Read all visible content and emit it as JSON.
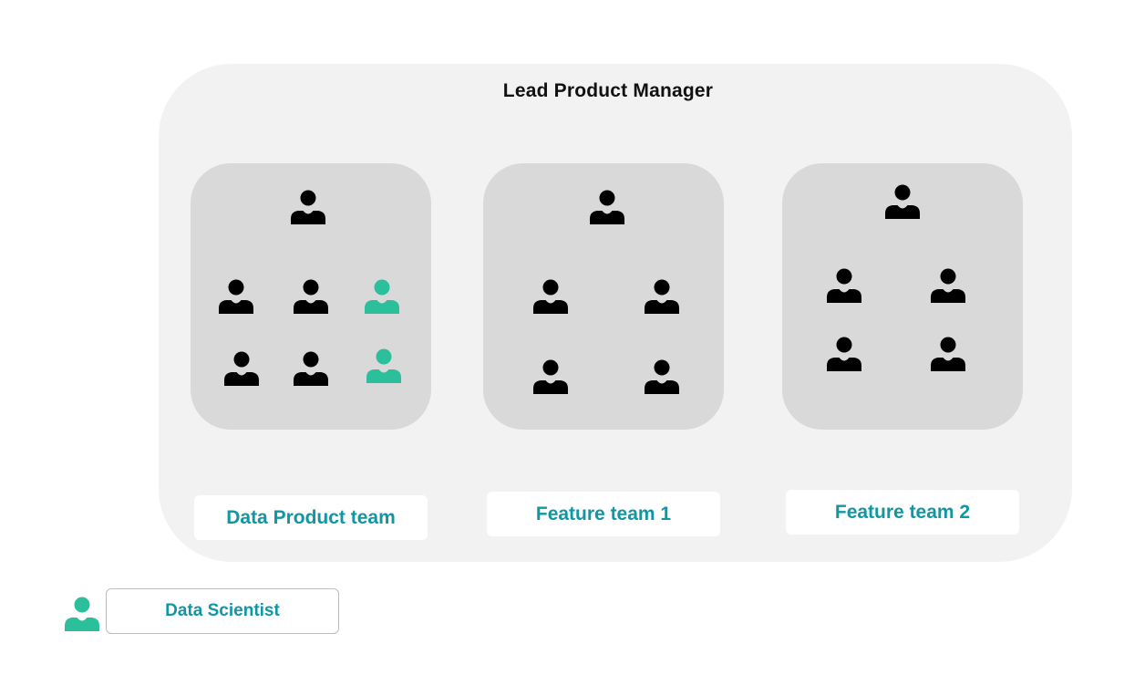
{
  "diagram": {
    "title": "Lead Product Manager",
    "teams": [
      {
        "label": "Data Product team"
      },
      {
        "label": "Feature team 1"
      },
      {
        "label": "Feature team 2"
      }
    ],
    "legend": {
      "label": "Data Scientist"
    }
  },
  "colors": {
    "person_default": "#000000",
    "person_data_scientist": "#2bbf9c",
    "label_text": "#0f97a3",
    "container_bg": "#f2f2f2",
    "team_bg": "#d9d9d9"
  },
  "icons": {
    "person": "person-icon"
  }
}
